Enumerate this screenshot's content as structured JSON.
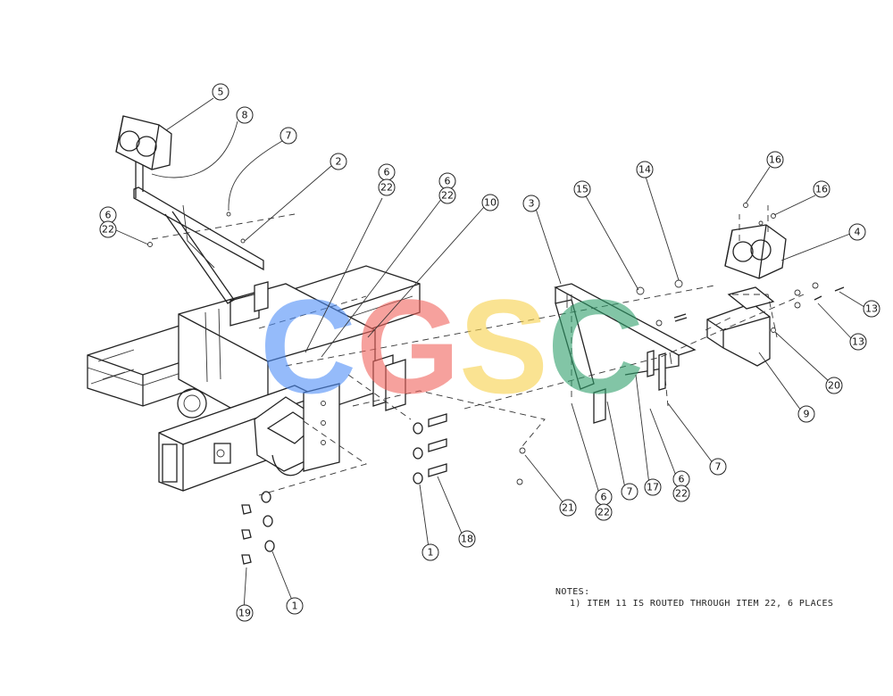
{
  "watermark": {
    "letters": [
      {
        "char": "C",
        "color": "#4f8ef7"
      },
      {
        "char": "G",
        "color": "#f0635b"
      },
      {
        "char": "S",
        "color": "#f7d04a"
      },
      {
        "char": "C",
        "color": "#2e9e6a"
      }
    ],
    "opacity": 0.6
  },
  "callouts": [
    {
      "id": "c5",
      "label": "5"
    },
    {
      "id": "c8",
      "label": "8"
    },
    {
      "id": "c7a",
      "label": "7"
    },
    {
      "id": "c2",
      "label": "2"
    },
    {
      "id": "c6a",
      "label": "6"
    },
    {
      "id": "c22a",
      "label": "22"
    },
    {
      "id": "c6b",
      "label": "6"
    },
    {
      "id": "c22b",
      "label": "22"
    },
    {
      "id": "c6c",
      "label": "6"
    },
    {
      "id": "c22c",
      "label": "22"
    },
    {
      "id": "c10",
      "label": "10"
    },
    {
      "id": "c3",
      "label": "3"
    },
    {
      "id": "c15",
      "label": "15"
    },
    {
      "id": "c14",
      "label": "14"
    },
    {
      "id": "c16a",
      "label": "16"
    },
    {
      "id": "c16b",
      "label": "16"
    },
    {
      "id": "c4",
      "label": "4"
    },
    {
      "id": "c13a",
      "label": "13"
    },
    {
      "id": "c13b",
      "label": "13"
    },
    {
      "id": "c20",
      "label": "20"
    },
    {
      "id": "c9",
      "label": "9"
    },
    {
      "id": "c7b",
      "label": "7"
    },
    {
      "id": "c6d",
      "label": "6"
    },
    {
      "id": "c22d",
      "label": "22"
    },
    {
      "id": "c17",
      "label": "17"
    },
    {
      "id": "c7c",
      "label": "7"
    },
    {
      "id": "c6e",
      "label": "6"
    },
    {
      "id": "c22e",
      "label": "22"
    },
    {
      "id": "c21",
      "label": "21"
    },
    {
      "id": "c18",
      "label": "18"
    },
    {
      "id": "c1a",
      "label": "1"
    },
    {
      "id": "c1b",
      "label": "1"
    },
    {
      "id": "c19",
      "label": "19"
    }
  ],
  "notes": {
    "heading": "NOTES:",
    "items": [
      "1)  ITEM 11 IS ROUTED THROUGH ITEM 22, 6 PLACES"
    ]
  }
}
